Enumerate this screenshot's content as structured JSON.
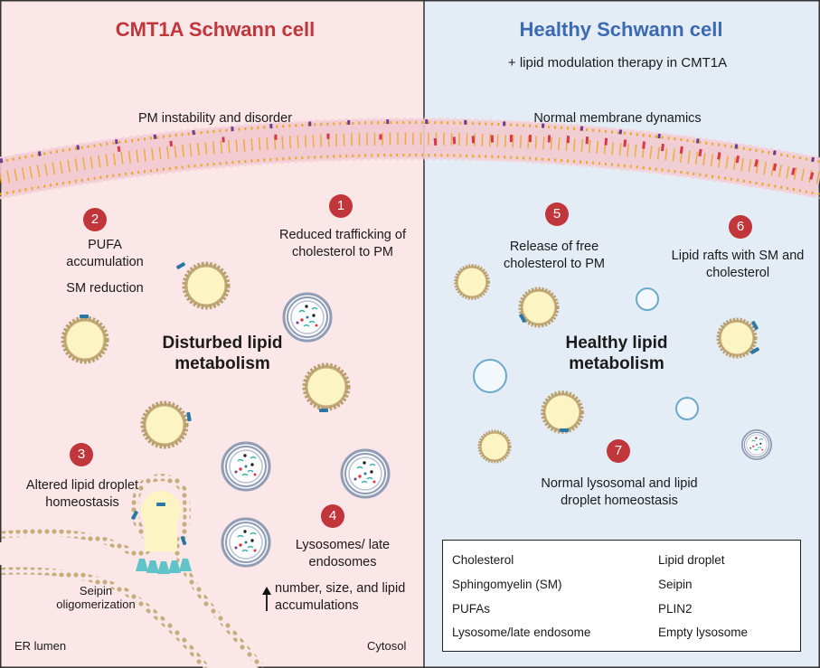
{
  "left_panel": {
    "title": "CMT1A Schwann cell",
    "membrane_label": "PM instability and disorder",
    "center_label": "Disturbed lipid metabolism",
    "steps": [
      {
        "num": "1",
        "text": "Reduced trafficking of cholesterol to PM"
      },
      {
        "num": "2",
        "text_a": "PUFA accumulation",
        "text_b": "SM reduction"
      },
      {
        "num": "3",
        "text": "Altered lipid droplet homeostasis"
      },
      {
        "num": "4",
        "text": "Lysosomes/ late endosomes",
        "subtext": "number, size, and lipid accumulations"
      }
    ],
    "seipin_label": "Seipin oligomerization",
    "er_label": "ER lumen",
    "cytosol_label": "Cytosol"
  },
  "right_panel": {
    "title": "Healthy Schwann cell",
    "subtitle": "+ lipid modulation therapy in CMT1A",
    "membrane_label": "Normal membrane dynamics",
    "center_label": "Healthy lipid metabolism",
    "steps": [
      {
        "num": "5",
        "text": "Release of free cholesterol to PM"
      },
      {
        "num": "6",
        "text": "Lipid rafts with SM and cholesterol"
      },
      {
        "num": "7",
        "text": "Normal lysosomal and lipid droplet homeostasis"
      }
    ]
  },
  "legend": [
    {
      "label": "Cholesterol",
      "icon": "cholesterol-icon"
    },
    {
      "label": "Lipid droplet",
      "icon": "lipid-droplet-icon"
    },
    {
      "label": "Sphingomyelin (SM)",
      "icon": "sphingomyelin-icon"
    },
    {
      "label": "Seipin",
      "icon": "seipin-icon"
    },
    {
      "label": "PUFAs",
      "icon": "pufa-icon"
    },
    {
      "label": "PLIN2",
      "icon": "plin2-icon"
    },
    {
      "label": "Lysosome/late endosome",
      "icon": "lysosome-icon"
    },
    {
      "label": "Empty lysosome",
      "icon": "empty-lysosome-icon"
    }
  ],
  "colors": {
    "left_bg": "#fbe6e8",
    "right_bg": "#e4edf6",
    "left_title": "#c0363a",
    "right_title": "#3b6ab3",
    "step_badge": "#c0363a",
    "droplet_fill": "#fdf4c4",
    "droplet_rim": "#c6ae7c",
    "cholesterol": "#d9364a",
    "sphingomyelin": "#6a3d8e",
    "pufa": "#e9a823",
    "seipin": "#5fc3c7",
    "plin2": "#2a77a6"
  }
}
